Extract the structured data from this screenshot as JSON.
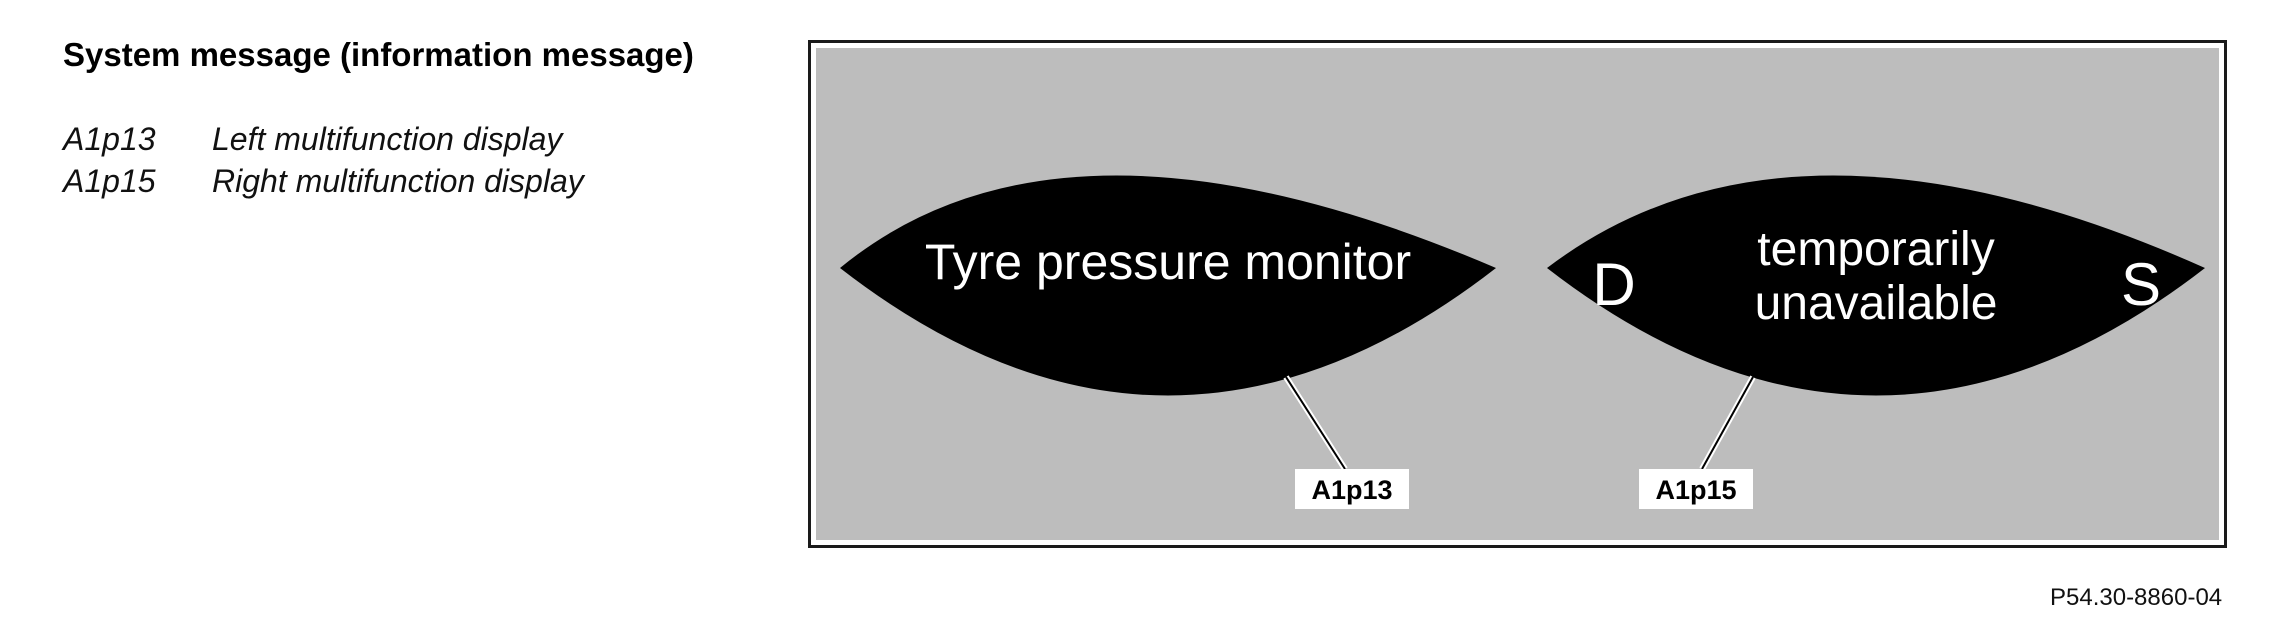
{
  "heading": "System message (information message)",
  "legend": [
    {
      "code": "A1p13",
      "description": "Left multifunction display"
    },
    {
      "code": "A1p15",
      "description": "Right multifunction display"
    }
  ],
  "displays": {
    "left": {
      "text": "Tyre pressure monitor",
      "callout": "A1p13"
    },
    "right": {
      "line1": "temporarily",
      "line2": "unavailable",
      "left_char": "D",
      "right_char": "S",
      "callout": "A1p15"
    }
  },
  "colors": {
    "display_background": "#000000",
    "display_text": "#ffffff",
    "panel_background": "#bdbdbd",
    "frame_border": "#1a1a1a"
  },
  "figure_ref": "P54.30-8860-04"
}
